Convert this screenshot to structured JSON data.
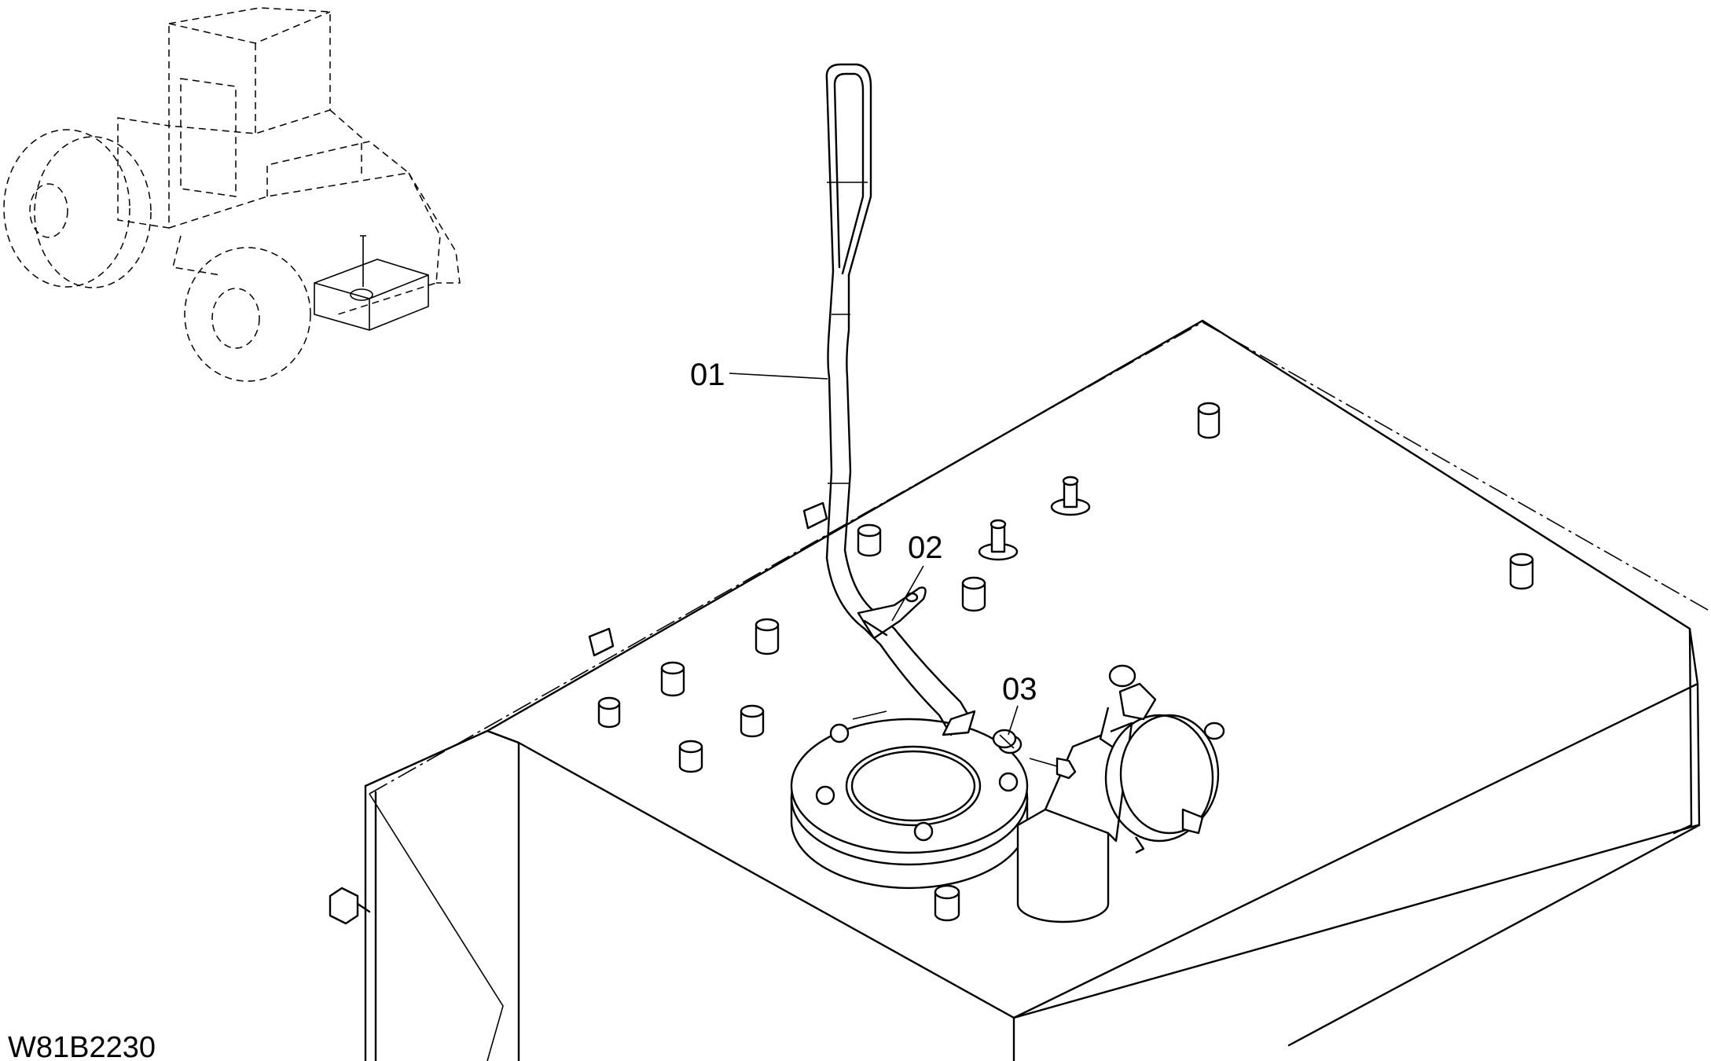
{
  "drawing_code": "W81B2230",
  "callouts": [
    {
      "id": "callout-01",
      "text": "01"
    },
    {
      "id": "callout-02",
      "text": "02"
    },
    {
      "id": "callout-03",
      "text": "03"
    }
  ]
}
